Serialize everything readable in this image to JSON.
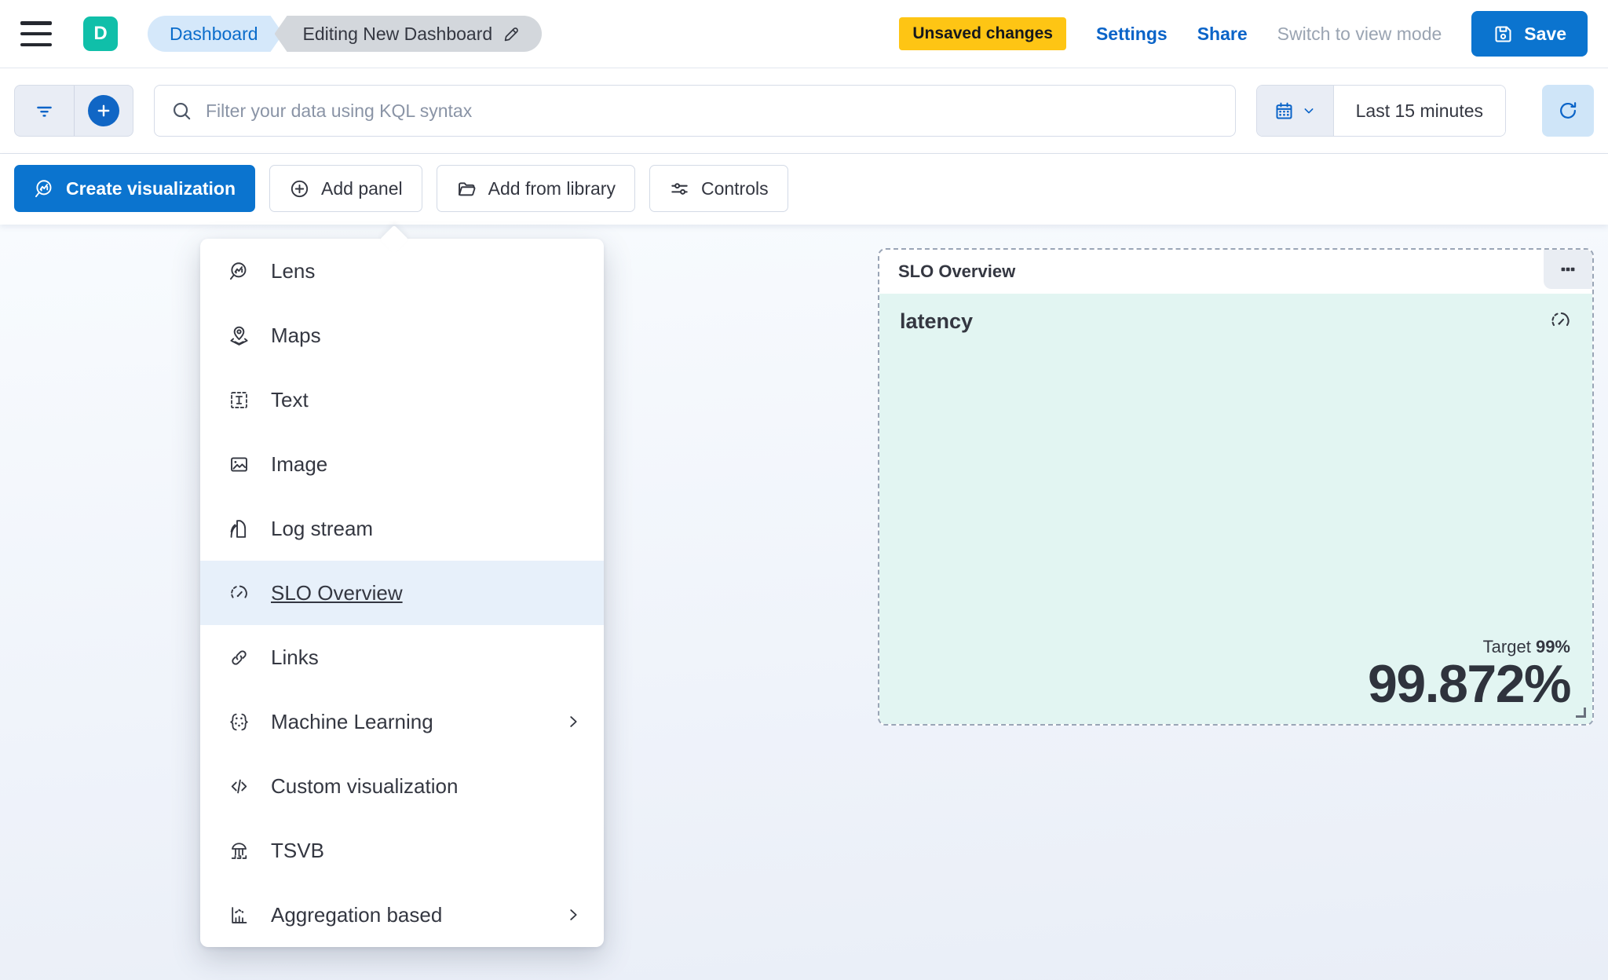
{
  "header": {
    "avatar_initial": "D",
    "breadcrumb_dashboard": "Dashboard",
    "breadcrumb_current": "Editing New Dashboard",
    "unsaved_badge": "Unsaved changes",
    "settings_label": "Settings",
    "share_label": "Share",
    "switch_view_label": "Switch to view mode",
    "save_label": "Save"
  },
  "query_bar": {
    "search_placeholder": "Filter your data using KQL syntax",
    "time_range": "Last 15 minutes"
  },
  "toolbar": {
    "create_visualization_label": "Create visualization",
    "add_panel_label": "Add panel",
    "add_from_library_label": "Add from library",
    "controls_label": "Controls"
  },
  "add_panel_menu": {
    "items": [
      {
        "label": "Lens",
        "icon": "lens-icon",
        "selected": false,
        "has_submenu": false
      },
      {
        "label": "Maps",
        "icon": "maps-icon",
        "selected": false,
        "has_submenu": false
      },
      {
        "label": "Text",
        "icon": "text-icon",
        "selected": false,
        "has_submenu": false
      },
      {
        "label": "Image",
        "icon": "image-icon",
        "selected": false,
        "has_submenu": false
      },
      {
        "label": "Log stream",
        "icon": "log-stream-icon",
        "selected": false,
        "has_submenu": false
      },
      {
        "label": "SLO Overview",
        "icon": "gauge-icon",
        "selected": true,
        "has_submenu": false
      },
      {
        "label": "Links",
        "icon": "link-icon",
        "selected": false,
        "has_submenu": false
      },
      {
        "label": "Machine Learning",
        "icon": "machine-learning-icon",
        "selected": false,
        "has_submenu": true
      },
      {
        "label": "Custom visualization",
        "icon": "code-icon",
        "selected": false,
        "has_submenu": false
      },
      {
        "label": "TSVB",
        "icon": "tsvb-icon",
        "selected": false,
        "has_submenu": false
      },
      {
        "label": "Aggregation based",
        "icon": "aggregation-icon",
        "selected": false,
        "has_submenu": true
      }
    ]
  },
  "slo_panel": {
    "title": "SLO Overview",
    "slo_name": "latency",
    "target_label": "Target",
    "target_value": "99%",
    "sli_value": "99.872%"
  },
  "colors": {
    "primary_blue": "#0b74cf",
    "link_blue": "#0b64c8",
    "warning_yellow": "#fec514",
    "avatar_teal": "#10bfa9",
    "panel_mint": "#e2f5f2",
    "text_dark": "#343741",
    "muted_gray": "#98a2b3"
  }
}
